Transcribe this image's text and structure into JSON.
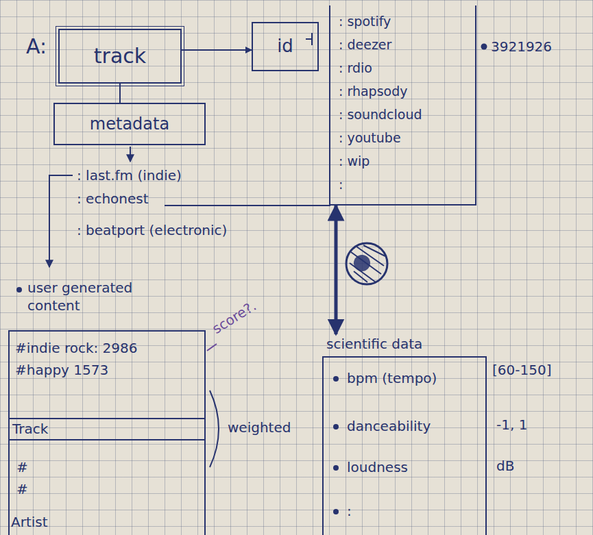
{
  "diagram": {
    "nodes": [
      {
        "text": [
          "track"
        ]
      },
      {
        "text": [
          "id"
        ]
      },
      {
        "text": [
          "metadata"
        ]
      },
      {
        "text": [
          ": spotify",
          ": deezer",
          ": rdio",
          ": rhapsody",
          ": soundcloud",
          ": youtube",
          ": wip",
          ":"
        ]
      },
      {
        "text": [
          "user generated content",
          "#indie rock: 2986",
          "#happy 1573"
        ]
      },
      {
        "text": [
          "Track",
          "#",
          "#",
          "Artist"
        ],
        "in": 4
      },
      {
        "text": [
          "scientific data",
          "bpm (tempo)",
          "danceability",
          "loudness",
          ":"
        ]
      }
    ],
    "edges": [
      {
        "from": 0,
        "to": 1,
        "arrow": "to"
      },
      {
        "from": 0,
        "to": 2,
        "arrow": "none"
      },
      {
        "from": 3,
        "to": 6,
        "arrow": "both"
      }
    ],
    "labels": [
      "A:",
      "3921926",
      ": last.fm (indie)",
      ": echonest",
      ": beatport (electronic)",
      "score?.",
      "weighted",
      "[60-150]",
      "-1, 1",
      "dB"
    ]
  }
}
